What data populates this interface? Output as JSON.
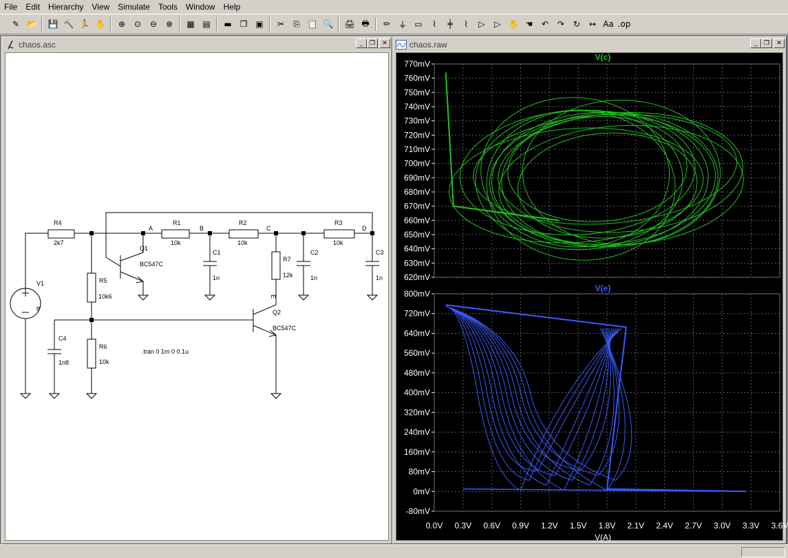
{
  "menu": [
    "File",
    "Edit",
    "Hierarchy",
    "View",
    "Simulate",
    "Tools",
    "Window",
    "Help"
  ],
  "toolbar_icons": [
    "new-schematic-icon",
    "open-icon",
    "save-icon",
    "control-panel-icon",
    "run-icon",
    "halt-icon",
    "zoom-in-icon",
    "zoom-pan-icon",
    "zoom-out-icon",
    "zoom-cancel-icon",
    "waveform-icon",
    "autorange-icon",
    "tile-horizontal-icon",
    "cascade-icon",
    "close-all-icon",
    "cut-icon",
    "copy-icon",
    "paste-icon",
    "find-icon",
    "print-setup-icon",
    "print-icon",
    "draw-wire-icon",
    "ground-icon",
    "label-net-icon",
    "resistor-icon",
    "capacitor-icon",
    "inductor-icon",
    "diode-icon",
    "component-icon",
    "move-icon",
    "drag-icon",
    "undo-icon",
    "redo-icon",
    "rotate-icon",
    "mirror-icon",
    "text-icon",
    "spice-directive-icon"
  ],
  "schematic_window": {
    "title": "chaos.asc",
    "labels": {
      "r4": "R4",
      "r4v": "2k7",
      "r1": "R1",
      "r1v": "10k",
      "r2": "R2",
      "r2v": "10k",
      "r3": "R3",
      "r3v": "10k",
      "nodeA": "A",
      "nodeB": "B",
      "nodeC": "C",
      "nodeD": "D",
      "q1": "Q1",
      "q1m": "BC547C",
      "q2": "Q2",
      "q2m": "BC547C",
      "c1": "C1",
      "c1v": "1n",
      "c2": "C2",
      "c2v": "1n",
      "c3": "C3",
      "c3v": "1n",
      "r5": "R5",
      "r5v": "10k6",
      "r6": "R6",
      "r6v": "10k",
      "r7": "R7",
      "r7v": "12k",
      "nodeE": "E",
      "v1": "V1",
      "v1v": "8",
      "c4": "C4",
      "c4v": "1n8",
      "directive": ".tran 0 1m 0 0.1u"
    }
  },
  "waveform_window": {
    "title": "chaos.raw",
    "colors": {
      "trace1": "#22c322",
      "trace2": "#3a5cff",
      "background": "#000000",
      "axis_text": "#ffffff"
    },
    "plot1": {
      "trace_label": "V(c)",
      "yticks": [
        "770mV",
        "760mV",
        "750mV",
        "740mV",
        "730mV",
        "720mV",
        "710mV",
        "700mV",
        "690mV",
        "680mV",
        "670mV",
        "660mV",
        "650mV",
        "640mV",
        "630mV",
        "620mV"
      ]
    },
    "plot2": {
      "trace_label": "V(e)",
      "yticks": [
        "800mV",
        "720mV",
        "640mV",
        "560mV",
        "480mV",
        "400mV",
        "320mV",
        "240mV",
        "160mV",
        "80mV",
        "0mV",
        "-80mV"
      ]
    },
    "xticks": [
      "0.0V",
      "0.3V",
      "0.6V",
      "0.9V",
      "1.2V",
      "1.5V",
      "1.8V",
      "2.1V",
      "2.4V",
      "2.7V",
      "3.0V",
      "3.3V",
      "3.6V"
    ],
    "xlabel": "V(A)"
  }
}
